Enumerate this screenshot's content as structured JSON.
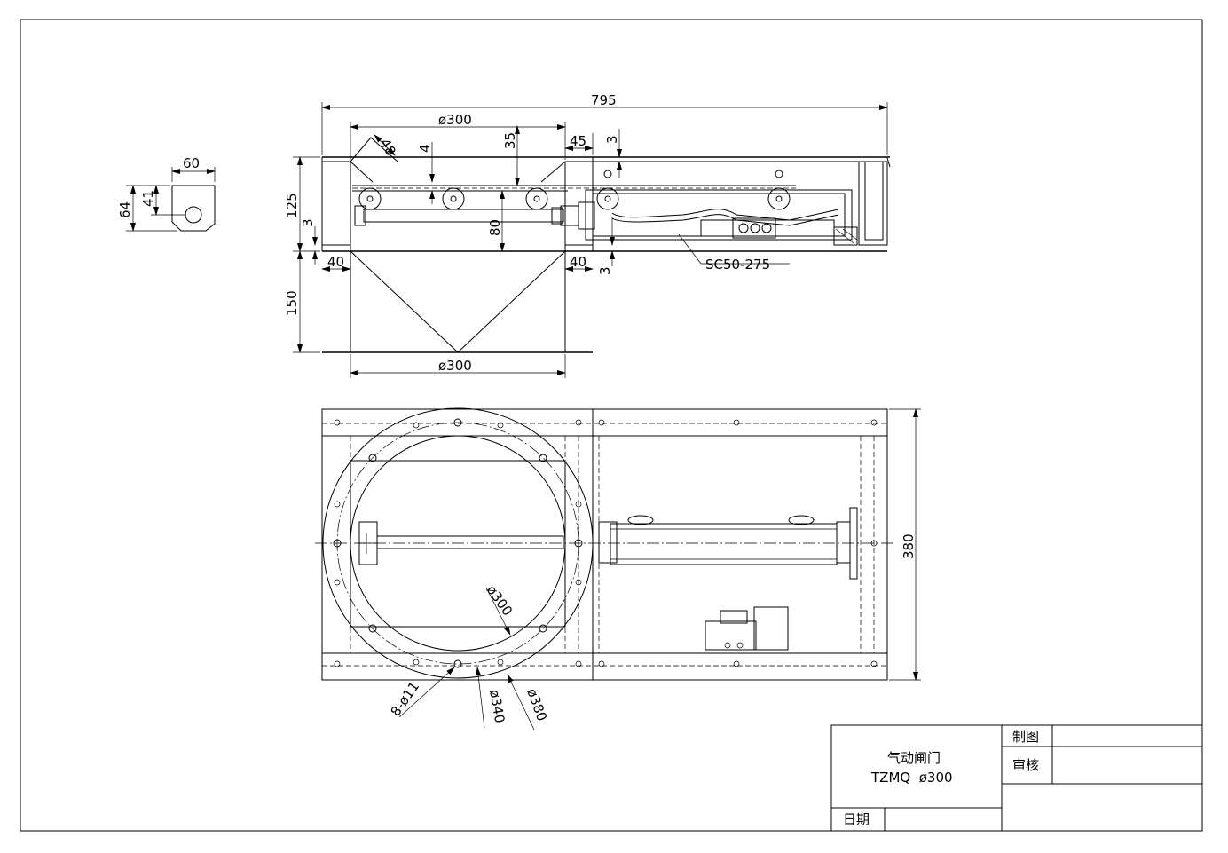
{
  "dimensions": {
    "bracket_width": "60",
    "bracket_height": "64",
    "bracket_hole": "41",
    "total_length": "795",
    "top_diameter": "ø300",
    "chamfer": "48",
    "gap_4": "4",
    "depth_35": "35",
    "offset_45": "45",
    "thickness_3a": "3",
    "height_125": "125",
    "thickness_3b": "3",
    "inner_80": "80",
    "thickness_3c": "3",
    "cylinder_model": "SC50-275",
    "flange_40_left": "40",
    "flange_40_right": "40",
    "height_150": "150",
    "bottom_diameter": "ø300",
    "plan_width": "380",
    "plan_inner_diameter": "ø300",
    "bolt_holes": "8-ø11",
    "pcd_340": "ø340",
    "outer_380": "ø380"
  },
  "title_block": {
    "product_name": "气动闸门",
    "model": "TZMQ  ø300",
    "drawn_label": "制图",
    "checked_label": "审核",
    "date_label": "日期"
  }
}
